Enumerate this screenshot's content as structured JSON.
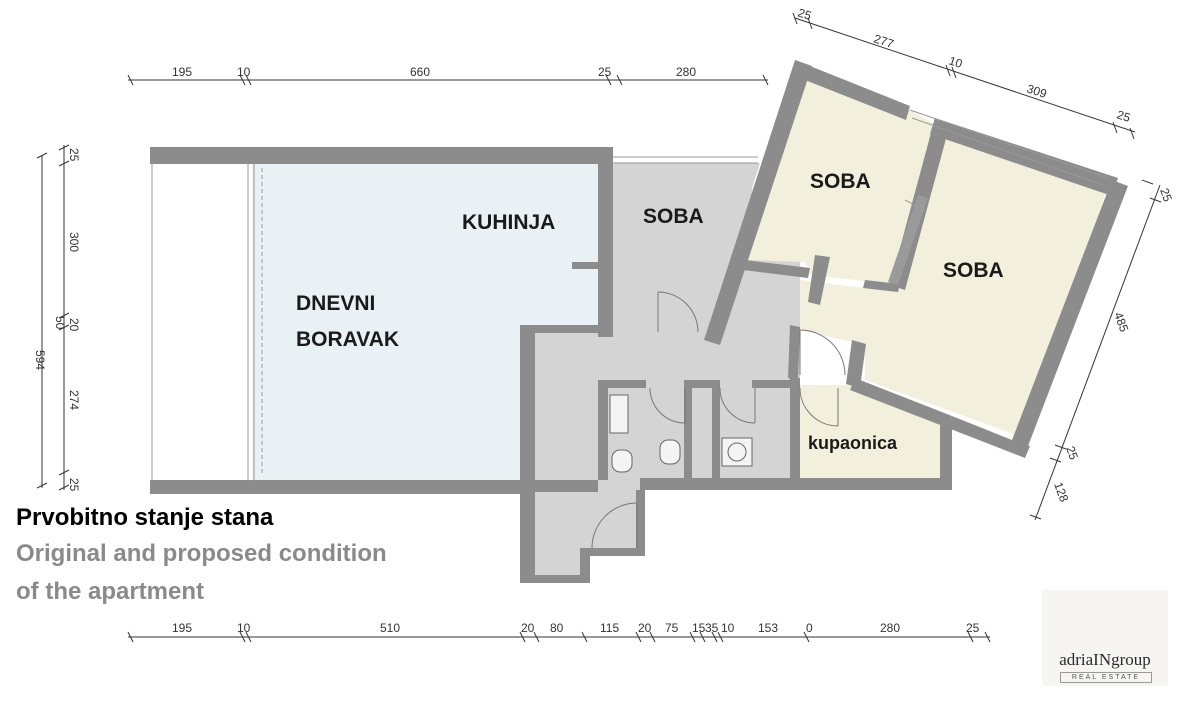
{
  "rooms": {
    "kuhinja": "KUHINJA",
    "dnevni_line1": "DNEVNI",
    "dnevni_line2": "BORAVAK",
    "soba_hall": "SOBA",
    "soba_top": "SOBA",
    "soba_right": "SOBA",
    "kupaonica": "kupaonica"
  },
  "captions": {
    "line1": "Prvobitno stanje stana",
    "line2": "Original and proposed condition",
    "line3": "of the apartment"
  },
  "dimensions": {
    "top_row": [
      "195",
      "10",
      "660",
      "25",
      "280"
    ],
    "bottom_row": [
      "195",
      "10",
      "510",
      "20",
      "80",
      "115",
      "20",
      "75",
      "15",
      "35",
      "10",
      "153",
      "0",
      "280",
      "25"
    ],
    "left_outer": "594",
    "left_inner": [
      "25",
      "300",
      "20",
      "50",
      "274",
      "25"
    ],
    "top_right": [
      "25",
      "277",
      "10",
      "309",
      "25"
    ],
    "right_side": [
      "25",
      "485",
      "25",
      "128"
    ]
  },
  "logo": {
    "name": "adriaINgroup",
    "subtitle": "REAL ESTATE"
  },
  "colors": {
    "wall": "#8c8c8c",
    "living_fill": "#eaf1f4",
    "bedroom_fill": "#f2f0dc",
    "hall_fill": "#d4d4d4",
    "logo_gold": "#b58b3a",
    "logo_navy": "#1f2a44"
  }
}
